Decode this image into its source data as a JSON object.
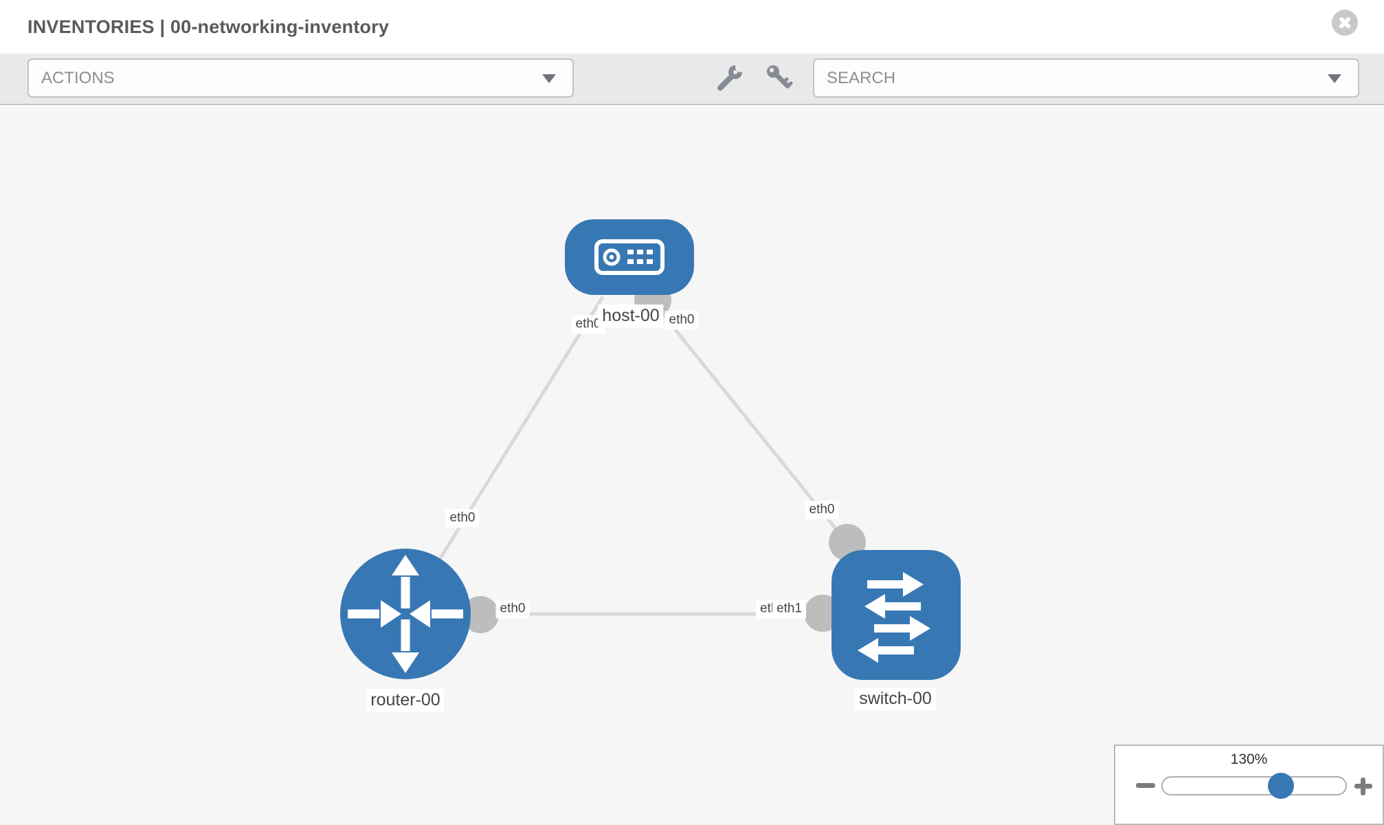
{
  "header": {
    "title": "INVENTORIES | 00-networking-inventory",
    "close_icon": "close-icon"
  },
  "toolbar": {
    "actions_dropdown": {
      "label": "ACTIONS",
      "caret_icon": "chevron-down-icon"
    },
    "wrench_icon": "wrench-icon",
    "key_icon": "key-icon",
    "search_dropdown": {
      "label": "SEARCH",
      "caret_icon": "chevron-down-icon"
    }
  },
  "topology": {
    "nodes": [
      {
        "label": "host-00",
        "type": "host",
        "icon": "host-icon",
        "shape": "rounded-rect"
      },
      {
        "label": "router-00",
        "type": "router",
        "icon": "router-icon",
        "shape": "circle"
      },
      {
        "label": "switch-00",
        "type": "switch",
        "icon": "switch-icon",
        "shape": "rounded-square"
      }
    ],
    "links": [
      {
        "from": "host-00",
        "to": "router-00",
        "from_interface": "eth0",
        "to_interface": "eth0"
      },
      {
        "from": "host-00",
        "to": "switch-00",
        "from_interface": "eth0",
        "to_interface": "eth0"
      },
      {
        "from": "router-00",
        "to": "switch-00",
        "from_interface": "eth0",
        "to_interface": "eth1"
      }
    ],
    "interface_labels": [
      {
        "text": "eth0",
        "edge": "host-00/router-00",
        "end": "host-00"
      },
      {
        "text": "eth0",
        "edge": "host-00/router-00",
        "end": "router-00"
      },
      {
        "text": "eth0",
        "edge": "host-00/switch-00",
        "end": "host-00"
      },
      {
        "text": "eth0",
        "edge": "host-00/switch-00",
        "end": "switch-00"
      },
      {
        "text": "eth0",
        "edge": "router-00/switch-00",
        "end": "router-00"
      },
      {
        "text": "eth0",
        "edge": "router-00/switch-00",
        "end": "switch-00-underlapped"
      },
      {
        "text": "eth1",
        "edge": "router-00/switch-00",
        "end": "switch-00"
      }
    ],
    "colors": {
      "node_fill": "#3778b4",
      "edge": "#d9d9d9",
      "connector": "#bdbdbd"
    }
  },
  "zoom_control": {
    "level": "130%",
    "value_percent": 130,
    "minus_icon": "zoom-out-icon",
    "plus_icon": "zoom-in-icon"
  }
}
